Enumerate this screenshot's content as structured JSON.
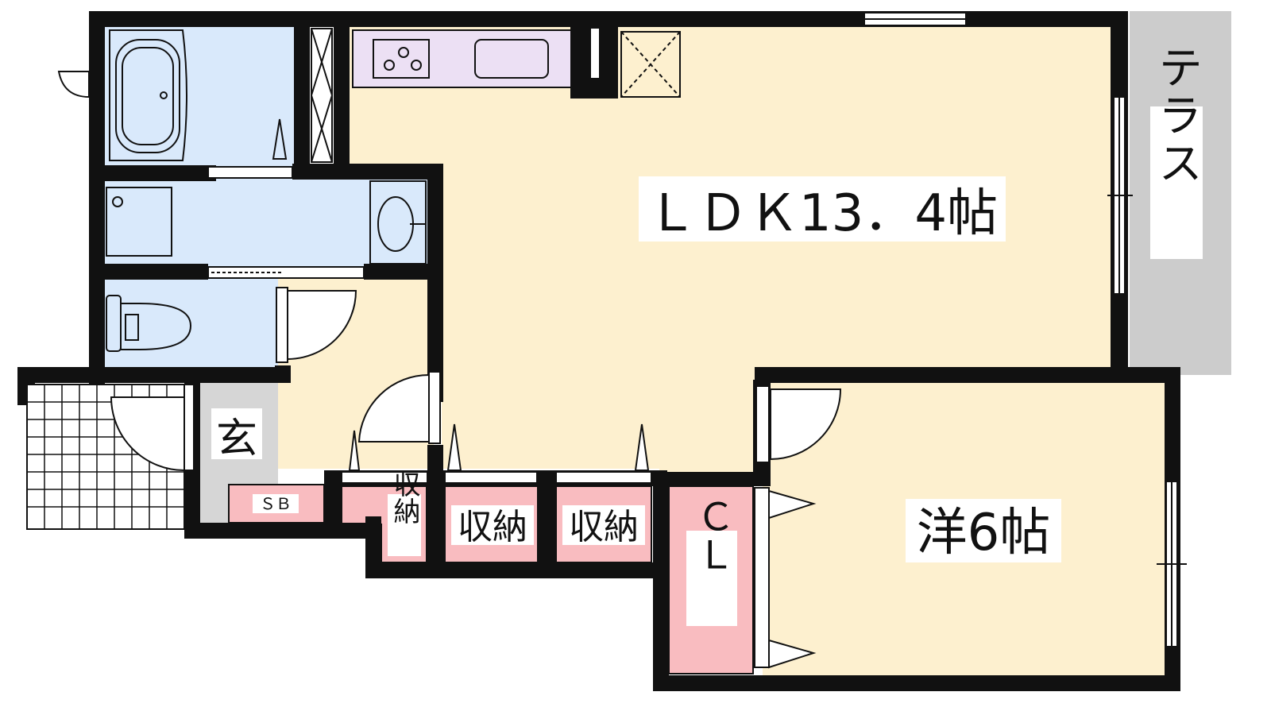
{
  "rooms": {
    "ldk": "ＬＤＫ13．4帖",
    "terrace": "テラス",
    "western": "洋6帖",
    "entrance": "玄",
    "shoe_box": "ＳＢ",
    "storage_small": "収納",
    "storage_1": "収納",
    "storage_2": "収納",
    "closet": "ＣＬ"
  },
  "colors": {
    "ldk_floor": "#fdf0cf",
    "wet_area": "#d9e9fb",
    "kitchen": "#ece0f4",
    "storage": "#f9bcc0",
    "terrace": "#cccccc",
    "entrance": "#d6d6d6",
    "wall": "#111111"
  }
}
